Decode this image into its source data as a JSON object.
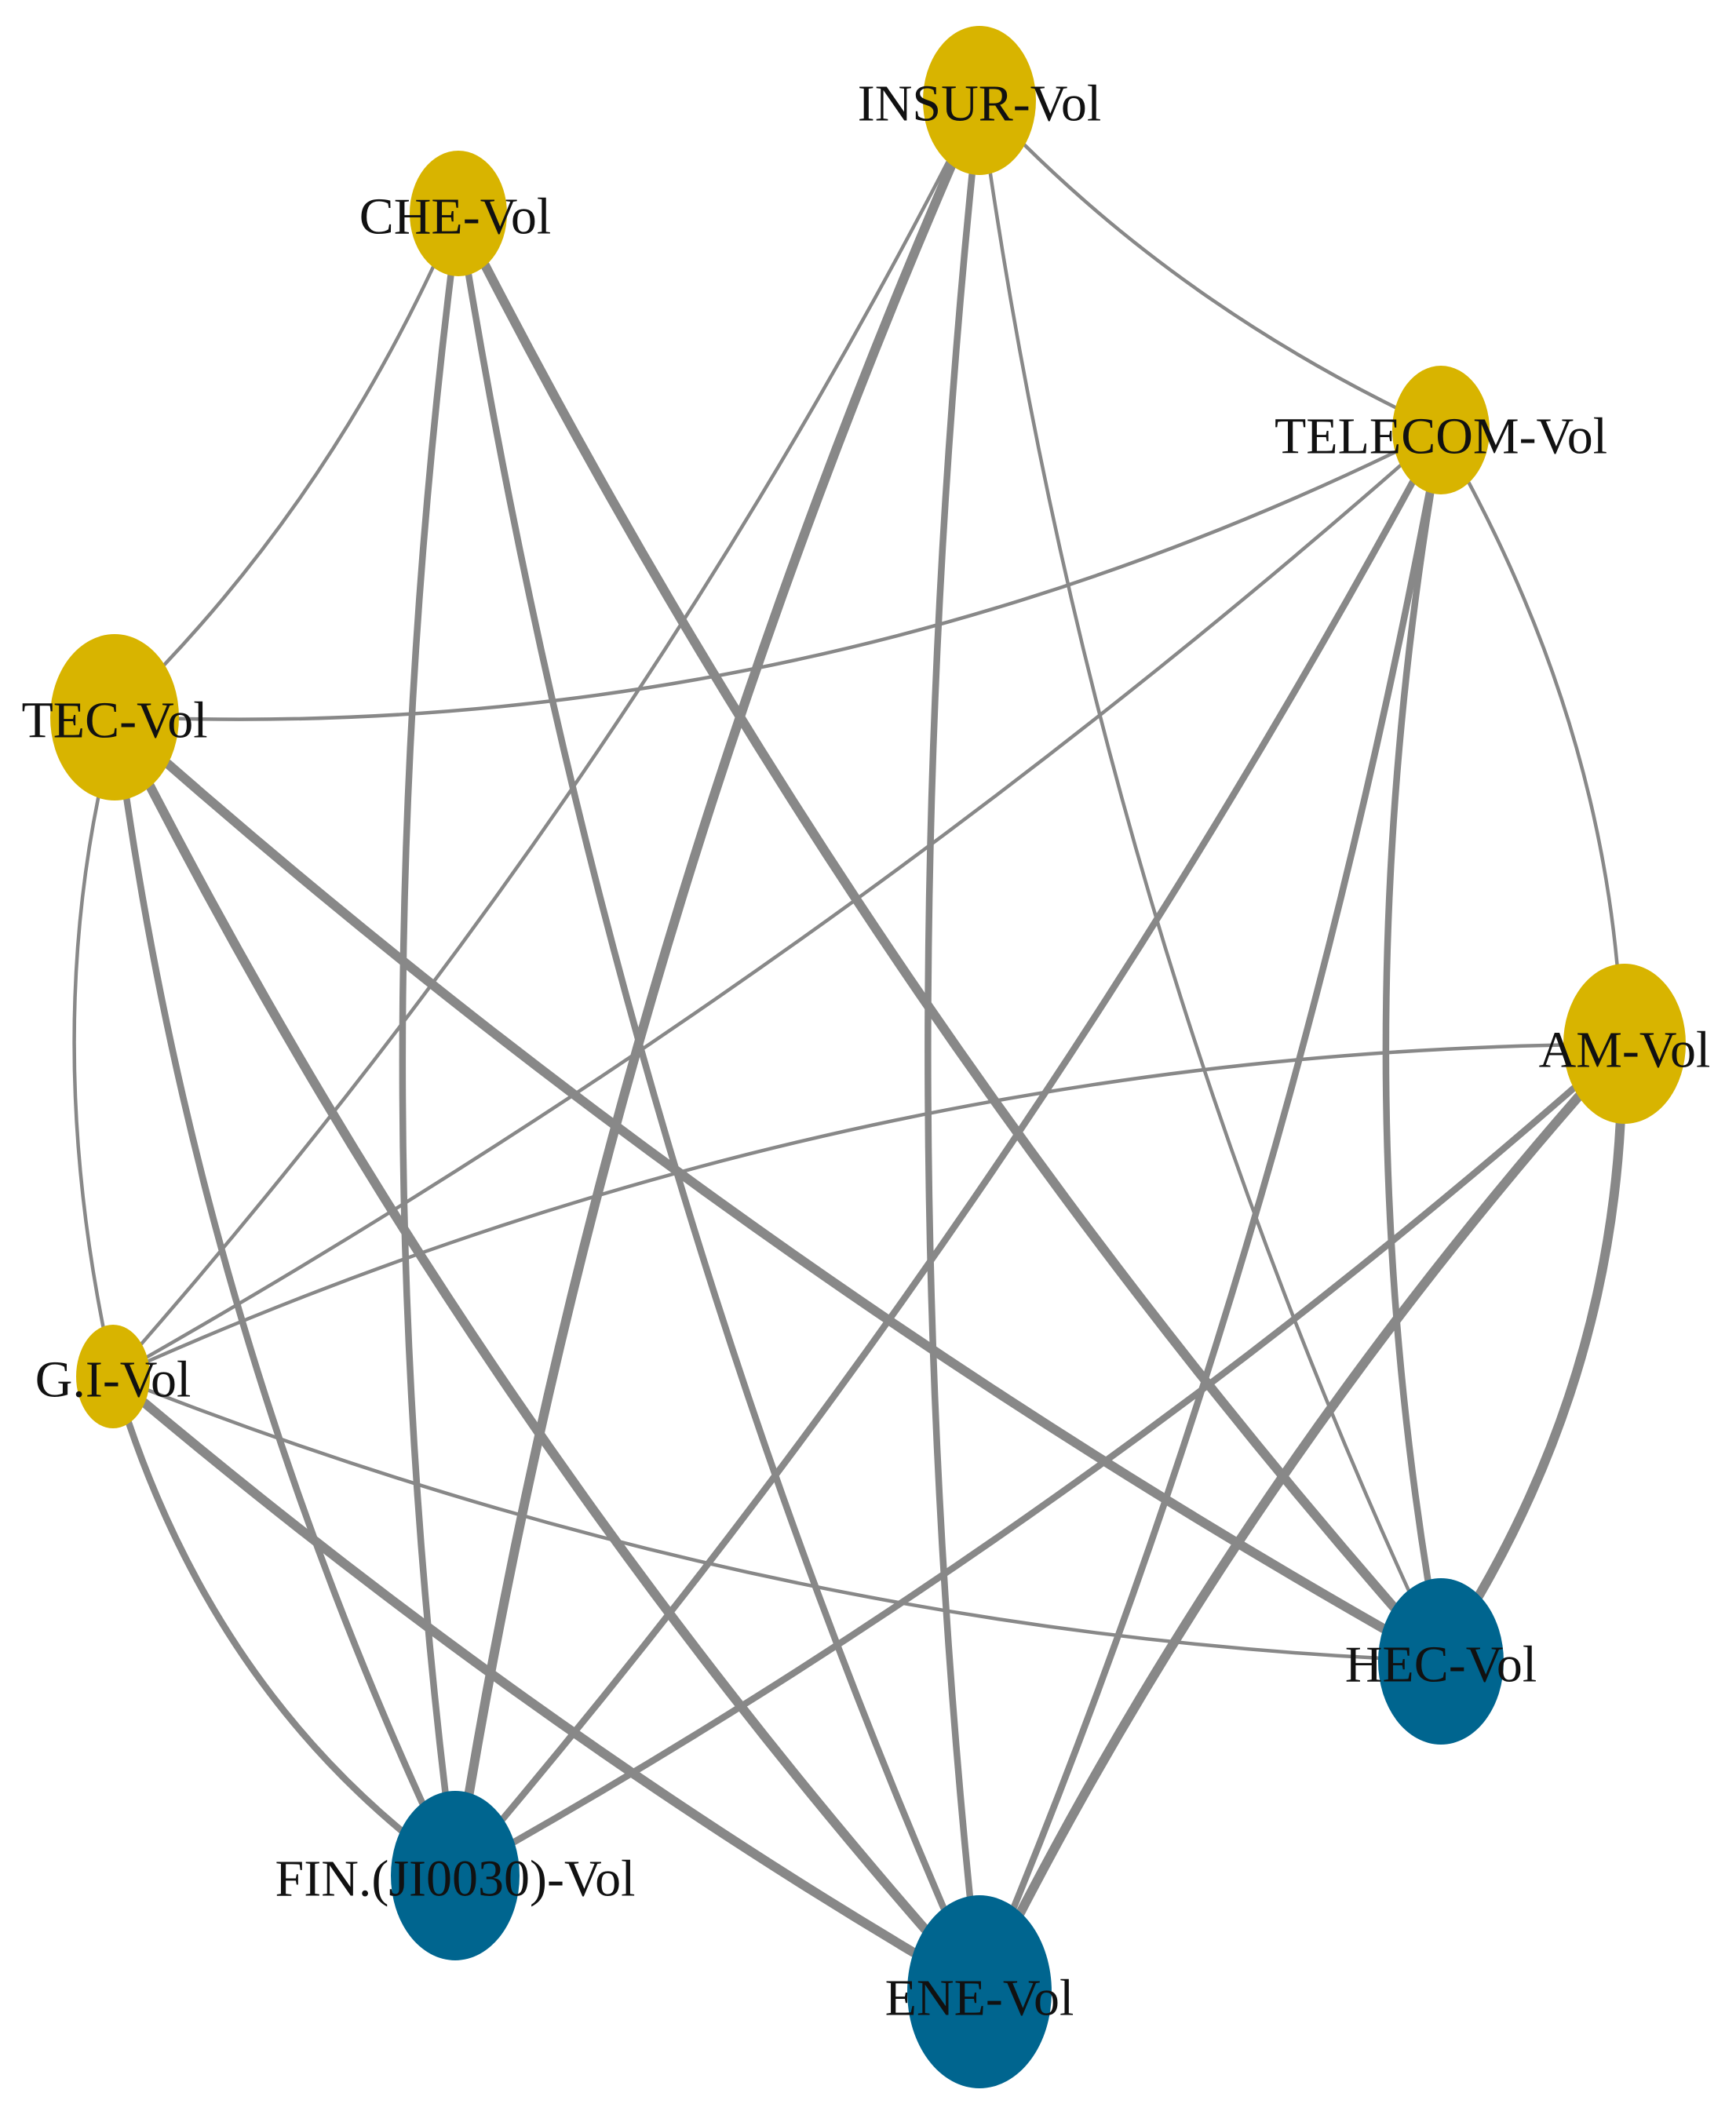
{
  "colors": {
    "receiver": "#d8b400",
    "transmitter": "#00658f",
    "edge": "#888888",
    "background": "#ffffff"
  },
  "nodes": [
    {
      "id": "INSUR",
      "label": "INSUR-Vol",
      "role": "receiver"
    },
    {
      "id": "CHE",
      "label": "CHE-Vol",
      "role": "receiver"
    },
    {
      "id": "TELECOM",
      "label": "TELECOM-Vol",
      "role": "receiver"
    },
    {
      "id": "TEC",
      "label": "TEC-Vol",
      "role": "receiver"
    },
    {
      "id": "AM",
      "label": "AM-Vol",
      "role": "receiver"
    },
    {
      "id": "GI",
      "label": "G.I-Vol",
      "role": "receiver"
    },
    {
      "id": "HEC",
      "label": "HEC-Vol",
      "role": "transmitter"
    },
    {
      "id": "FIN",
      "label": "FIN.(JI0030)-Vol",
      "role": "transmitter"
    },
    {
      "id": "ENE",
      "label": "ENE-Vol",
      "role": "transmitter"
    }
  ],
  "edges": [
    {
      "from": "FIN",
      "to": "INSUR",
      "weight": 3
    },
    {
      "from": "FIN",
      "to": "CHE",
      "weight": 2
    },
    {
      "from": "FIN",
      "to": "TELECOM",
      "weight": 2
    },
    {
      "from": "FIN",
      "to": "TEC",
      "weight": 2
    },
    {
      "from": "FIN",
      "to": "GI",
      "weight": 2
    },
    {
      "from": "FIN",
      "to": "AM",
      "weight": 2
    },
    {
      "from": "ENE",
      "to": "INSUR",
      "weight": 2
    },
    {
      "from": "ENE",
      "to": "CHE",
      "weight": 2
    },
    {
      "from": "ENE",
      "to": "TELECOM",
      "weight": 2
    },
    {
      "from": "ENE",
      "to": "TEC",
      "weight": 3
    },
    {
      "from": "ENE",
      "to": "GI",
      "weight": 3
    },
    {
      "from": "ENE",
      "to": "AM",
      "weight": 3
    },
    {
      "from": "HEC",
      "to": "INSUR",
      "weight": 1
    },
    {
      "from": "HEC",
      "to": "CHE",
      "weight": 3
    },
    {
      "from": "HEC",
      "to": "TELECOM",
      "weight": 2
    },
    {
      "from": "HEC",
      "to": "TEC",
      "weight": 3
    },
    {
      "from": "HEC",
      "to": "GI",
      "weight": 1
    },
    {
      "from": "HEC",
      "to": "AM",
      "weight": 3
    },
    {
      "from": "GI",
      "to": "TEC",
      "weight": 1
    },
    {
      "from": "GI",
      "to": "INSUR",
      "weight": 1
    },
    {
      "from": "GI",
      "to": "TELECOM",
      "weight": 1
    },
    {
      "from": "GI",
      "to": "AM",
      "weight": 1
    },
    {
      "from": "CHE",
      "to": "TEC",
      "weight": 1
    },
    {
      "from": "TELECOM",
      "to": "INSUR",
      "weight": 1
    },
    {
      "from": "TELECOM",
      "to": "AM",
      "weight": 1
    },
    {
      "from": "TELECOM",
      "to": "TEC",
      "weight": 1
    }
  ]
}
